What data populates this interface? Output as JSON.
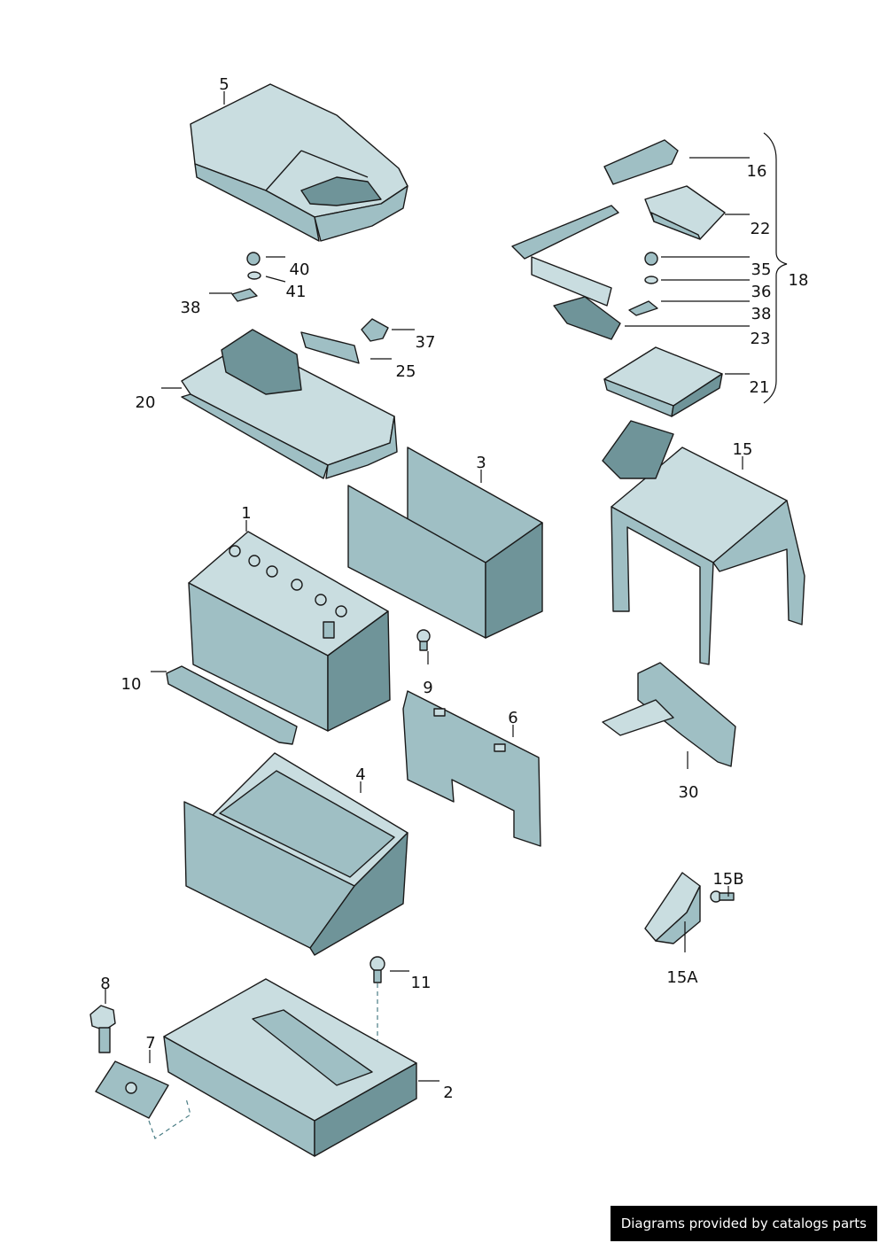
{
  "diagram": {
    "title": "Battery and battery housing exploded view",
    "callouts": {
      "c1": "1",
      "c2": "2",
      "c3": "3",
      "c4": "4",
      "c5": "5",
      "c6": "6",
      "c7": "7",
      "c8": "8",
      "c9": "9",
      "c10": "10",
      "c11": "11",
      "c15": "15",
      "c15a": "15A",
      "c15b": "15B",
      "c16": "16",
      "c18": "18",
      "c20": "20",
      "c21": "21",
      "c22": "22",
      "c23": "23",
      "c25": "25",
      "c30": "30",
      "c35": "35",
      "c36": "36",
      "c37": "37",
      "c38a": "38",
      "c38b": "38",
      "c40": "40",
      "c41": "41"
    }
  },
  "footer": {
    "text": "Diagrams provided by catalogs parts"
  },
  "colors": {
    "part_light": "#c9dde0",
    "part_mid": "#9fbfc4",
    "part_dark": "#6f9499",
    "line": "#1a1a1a"
  }
}
